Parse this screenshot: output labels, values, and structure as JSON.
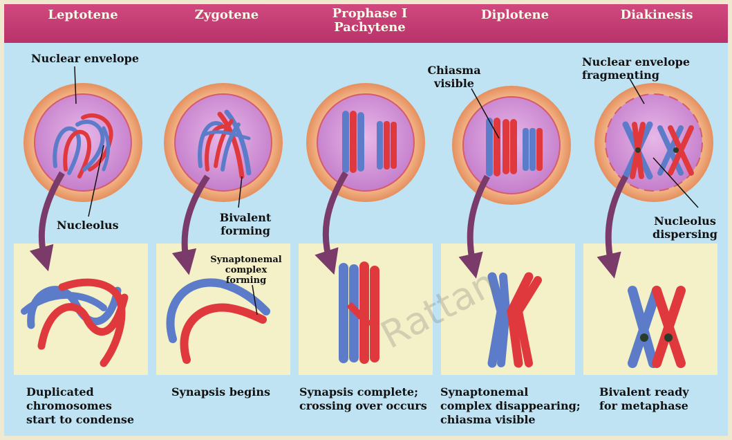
{
  "stages": [
    {
      "title": "Leptotene",
      "caption": "Duplicated\nchromosomes\nstart to condense"
    },
    {
      "title": "Zygotene",
      "caption": "Synapsis begins"
    },
    {
      "title": "Prophase I\nPachytene",
      "caption": "Synapsis complete;\ncrossing over occurs"
    },
    {
      "title": "Diplotene",
      "caption": "Synaptonemal\ncomplex disappearing;\nchiasma visible"
    },
    {
      "title": "Diakinesis",
      "caption": "Bivalent ready\nfor metaphase"
    }
  ],
  "labels": {
    "nuclear_envelope": "Nuclear envelope",
    "nucleolus": "Nucleolus",
    "bivalent_forming": "Bivalent\nforming",
    "synaptonemal_forming": "Synaptonemal\ncomplex\nforming",
    "chiasma_visible": "Chiasma\nvisible",
    "nuclear_envelope_fragmenting": "Nuclear envelope\nfragmenting",
    "nucleolus_dispersing": "Nucleolus\ndispersing"
  },
  "watermark": "Rattan",
  "colors": {
    "header": "#c23d73",
    "panel": "#bfe3f3",
    "zoom_box": "#f4f0c8",
    "cell_outer": "#f0a87a",
    "cell_inner": "#d79ad6",
    "chromosome_red": "#e0393d",
    "chromosome_blue": "#5c7cc9",
    "arrow": "#7a3b6b"
  }
}
